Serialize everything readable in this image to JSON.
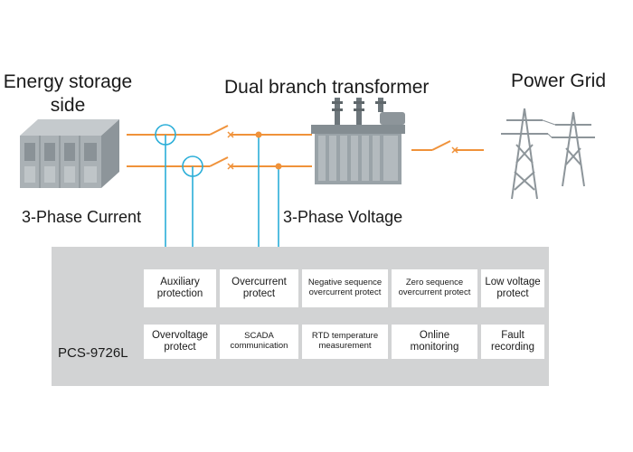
{
  "labels": {
    "energy_storage": "Energy storage side",
    "transformer": "Dual branch transformer",
    "power_grid": "Power Grid",
    "phase_current": "3-Phase Current",
    "phase_voltage": "3-Phase Voltage",
    "device": "PCS-9726L"
  },
  "functions": [
    "Auxiliary protection",
    "Overcurrent protect",
    "Negative sequence overcurrent protect",
    "Zero sequence overcurrent protect",
    "Low voltage protect",
    "Overvoltage protect",
    "SCADA communication",
    "RTD temperature measurement",
    "Online monitoring",
    "Fault recording"
  ],
  "colors": {
    "line_orange": "#f0923a",
    "signal_blue": "#2aaed8",
    "panel_gray": "#d2d3d4",
    "equipment_gray": "#9aa3a8"
  }
}
